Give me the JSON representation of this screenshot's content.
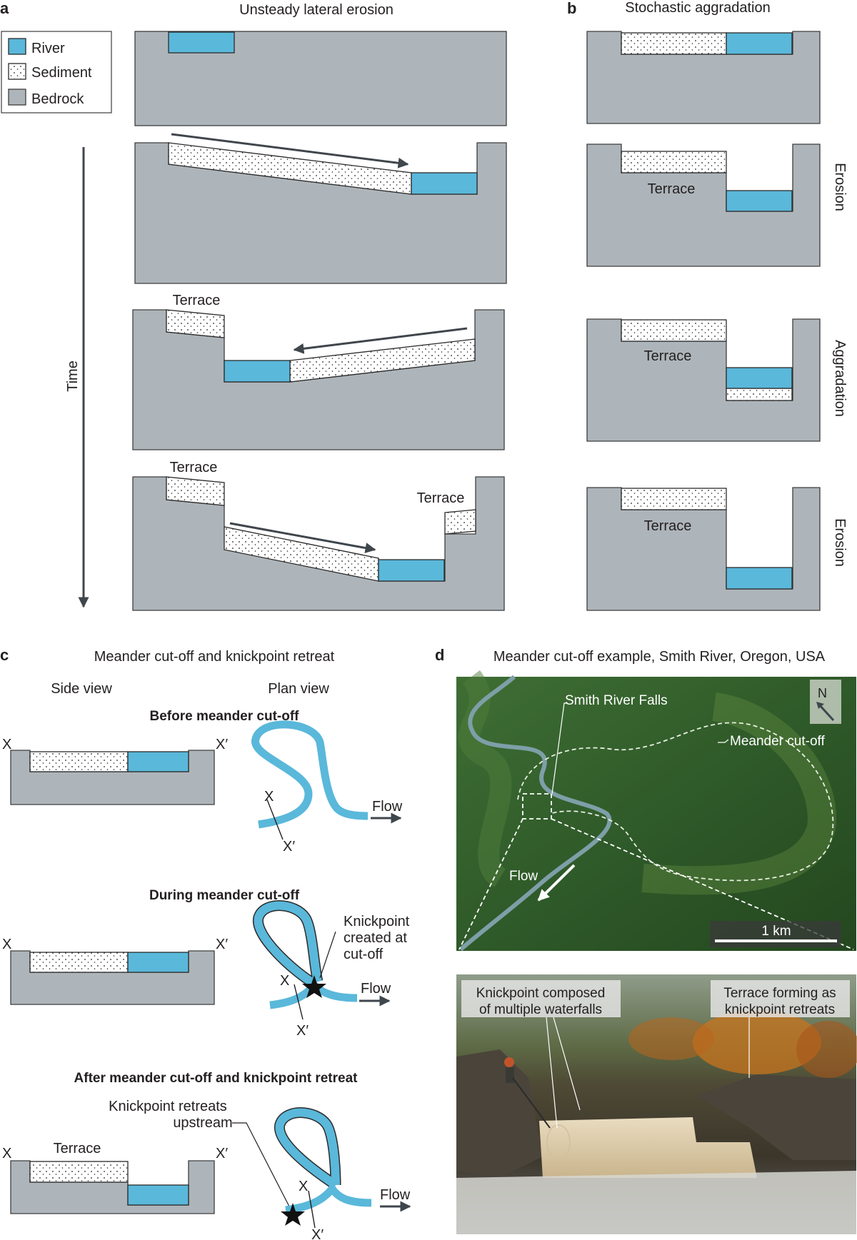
{
  "panels": {
    "a": {
      "letter": "a",
      "title": "Unsteady lateral erosion",
      "time_label": "Time",
      "terrace_label": "Terrace"
    },
    "b": {
      "letter": "b",
      "title": "Stochastic aggradation",
      "terrace_label": "Terrace",
      "side_labels": [
        "Erosion",
        "Aggradation",
        "Erosion"
      ]
    },
    "c": {
      "letter": "c",
      "title": "Meander cut-off and knickpoint retreat",
      "side_view": "Side view",
      "plan_view": "Plan view",
      "stages": [
        "Before meander cut-off",
        "During meander cut-off",
        "After meander cut-off and knickpoint retreat"
      ],
      "x": "X",
      "x_prime": "X′",
      "flow": "Flow",
      "terrace": "Terrace",
      "knickpoint_created": [
        "Knickpoint",
        "created at",
        "cut-off"
      ],
      "knickpoint_retreats": [
        "Knickpoint retreats",
        "upstream"
      ]
    },
    "d": {
      "letter": "d",
      "title": "Meander cut-off example, Smith River, Oregon, USA",
      "falls": "Smith River Falls",
      "cutoff": "Meander cut-off",
      "flow": "Flow",
      "north": "N",
      "scale": "1 km",
      "knickpoint_photo": [
        "Knickpoint composed",
        "of multiple waterfalls"
      ],
      "terrace_photo": [
        "Terrace forming as",
        "knickpoint retreats"
      ]
    }
  },
  "legend": [
    {
      "label": "River",
      "swatch": "river"
    },
    {
      "label": "Sediment",
      "swatch": "sediment"
    },
    {
      "label": "Bedrock",
      "swatch": "bedrock"
    }
  ],
  "colors": {
    "river": "#5ab8da",
    "bedrock": "#aeb5ba",
    "sediment": "#ffffff",
    "arrow": "#3f464c"
  }
}
